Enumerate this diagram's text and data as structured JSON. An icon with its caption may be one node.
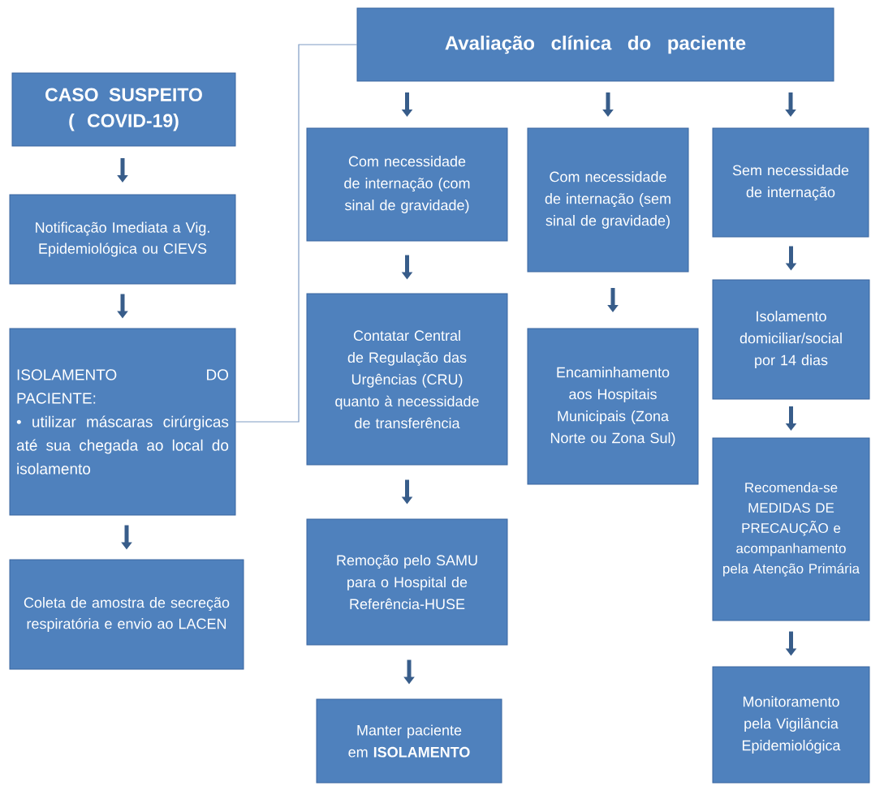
{
  "diagram": {
    "nodes": [
      {
        "text": [
          "Avaliação clínica do paciente"
        ]
      },
      {
        "text": [
          "CASO SUSPEITO ( COVID-19)"
        ]
      },
      {
        "text": [
          "Notificação Imediata a Vig. Epidemiológica ou CIEVS"
        ]
      },
      {
        "text": [
          "ISOLAMENTO DO PACIENTE:",
          "• utilizar máscaras cirúrgicas até sua chegada ao local do isolamento"
        ]
      },
      {
        "text": [
          "Coleta de amostra de secreção respiratória e envio ao LACEN"
        ]
      },
      {
        "text": [
          "Com necessidade de internação (com sinal de gravidade)"
        ]
      },
      {
        "text": [
          "Com necessidade de internação (sem sinal de gravidade)"
        ]
      },
      {
        "text": [
          "Sem necessidade de internação"
        ]
      },
      {
        "text": [
          "Contatar Central de Regulação das Urgências (CRU) quanto à necessidade de transferência"
        ]
      },
      {
        "text": [
          "Encaminhamento aos Hospitais Municipais (Zona Norte ou Zona Sul)"
        ]
      },
      {
        "text": [
          "Isolamento domiciliar/social por 14 dias"
        ]
      },
      {
        "text": [
          "Remoção pelo SAMU para o Hospital de Referência-HUSE"
        ]
      },
      {
        "text": [
          "Recomenda-se MEDIDAS DE PRECAUÇÃO e acompanhamento pela Atenção Primária"
        ]
      },
      {
        "text": [
          "Manter paciente em **ISOLAMENTO**"
        ]
      },
      {
        "text": [
          "Monitoramento pela Vigilância Epidemiológica"
        ]
      }
    ],
    "edges": [
      {
        "from": 1,
        "to": 2,
        "arrow": "to"
      },
      {
        "from": 2,
        "to": 3,
        "arrow": "to"
      },
      {
        "from": 3,
        "to": 4,
        "arrow": "to"
      },
      {
        "from": 3,
        "to": 0,
        "arrow": "none",
        "color": "#7f9cc4"
      },
      {
        "from": 0,
        "to": 5,
        "arrow": "to"
      },
      {
        "from": 0,
        "to": 6,
        "arrow": "to"
      },
      {
        "from": 0,
        "to": 7,
        "arrow": "to"
      },
      {
        "from": 5,
        "to": 8,
        "arrow": "to"
      },
      {
        "from": 8,
        "to": 11,
        "arrow": "to"
      },
      {
        "from": 11,
        "to": 13,
        "arrow": "to"
      },
      {
        "from": 6,
        "to": 9,
        "arrow": "to"
      },
      {
        "from": 7,
        "to": 10,
        "arrow": "to"
      },
      {
        "from": 10,
        "to": 12,
        "arrow": "to"
      },
      {
        "from": 12,
        "to": 14,
        "arrow": "to"
      }
    ]
  }
}
